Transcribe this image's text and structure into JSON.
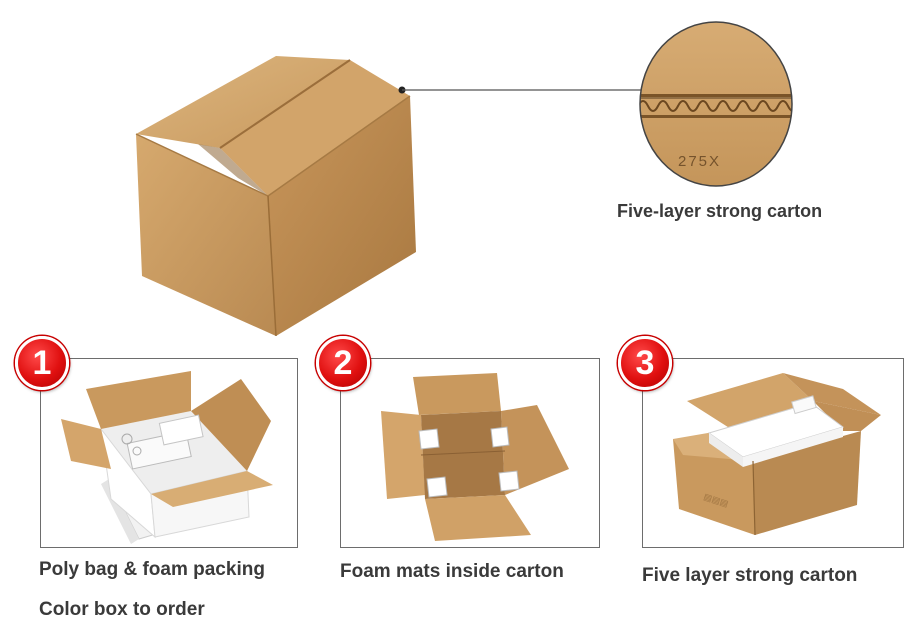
{
  "zoom_caption": "Five-layer strong carton",
  "zoom_stamp_text": "275X",
  "steps": [
    {
      "number": "1",
      "caption_lines": [
        "Poly bag & foam packing",
        "Color box to order"
      ]
    },
    {
      "number": "2",
      "caption_lines": [
        "Foam mats inside carton"
      ]
    },
    {
      "number": "3",
      "caption_lines": [
        "Five layer strong carton"
      ]
    }
  ],
  "colors": {
    "badge_red": "#e01010",
    "cardboard": "#c9995e",
    "cardboard_dark": "#a97a45",
    "frame_border": "#6d6d6d"
  }
}
